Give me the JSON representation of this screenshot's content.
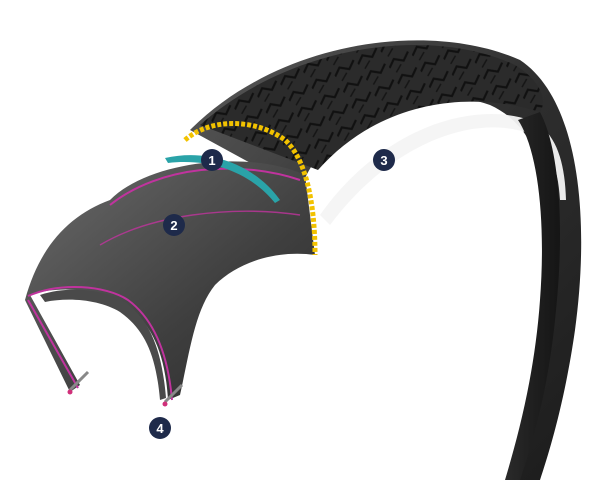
{
  "markers": [
    {
      "label": "1",
      "part": "puncture-protection-belt",
      "color": "#2aa3a8"
    },
    {
      "label": "2",
      "part": "casing",
      "color": "#b0339a"
    },
    {
      "label": "3",
      "part": "tread",
      "color": "#1e2a4a"
    },
    {
      "label": "4",
      "part": "bead",
      "color": "#c0277a"
    }
  ],
  "colors": {
    "marker_fill": "#1e2a4a",
    "tread_edge": "#f2c200",
    "belt": "#2aa3a8",
    "casing_line": "#c0339e",
    "reflective_stripe": "#ffffff",
    "rubber": "#3a3a3a"
  }
}
